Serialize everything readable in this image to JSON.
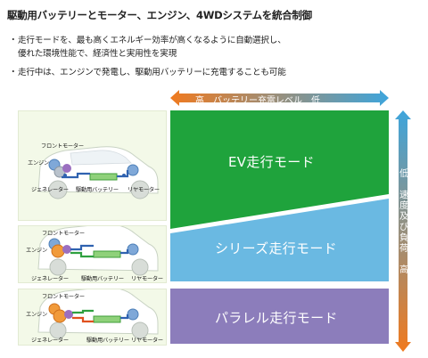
{
  "title": "駆動用バッテリーとモーター、エンジン、4WDシステムを統合制御",
  "bullets": [
    {
      "marker": "・",
      "lines": [
        "走行モードを、最も高くエネルギー効率が高くなるように自動選択し、",
        "優れた環境性能で、経済性と実用性を実現"
      ]
    },
    {
      "marker": "・",
      "lines": [
        "走行中は、エンジンで発電し、駆動用バッテリーに充電することも可能"
      ]
    }
  ],
  "battery_scale": "高　バッテリー充電レベル　低",
  "speed_scale": "低　速度及び負荷　高",
  "modes": [
    {
      "label": "EV走行モード",
      "color": "#1fa33c"
    },
    {
      "label": "シリーズ走行モード",
      "color": "#6ab9e2"
    },
    {
      "label": "パラレル走行モード",
      "color": "#8c7dbb"
    }
  ],
  "diagram_labels": {
    "front_motor": "フロントモーター",
    "engine": "エンジン",
    "generator": "ジェネレーター",
    "battery": "駆動用バッテリー",
    "rear_motor": "リヤモーター"
  },
  "colors": {
    "scale_orange": "#f07a1f",
    "scale_blue": "#3ea5dc",
    "text": "#222222"
  }
}
